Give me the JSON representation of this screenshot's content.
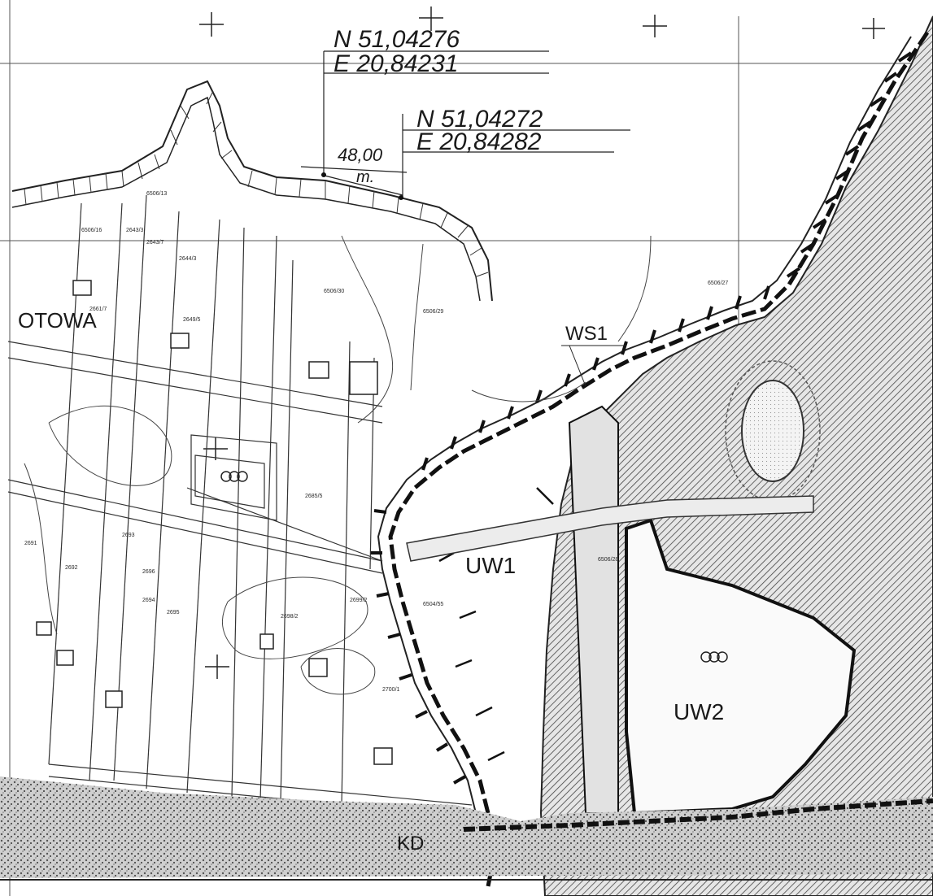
{
  "map": {
    "coordinates": [
      {
        "n": "N 51,04276",
        "e": "E 20,84231"
      },
      {
        "n": "N 51,04272",
        "e": "E 20,84282"
      }
    ],
    "distance": {
      "value": "48,00",
      "unit": "m."
    },
    "zones": {
      "ws1": "WS1",
      "uw1": "UW1",
      "uw2": "UW2",
      "kd": "KD"
    },
    "street_fragment": "OTOWA",
    "parcels": [
      "6506/13",
      "6506/16",
      "6506/30",
      "6506/29",
      "6506/27",
      "6506/28",
      "2643/3",
      "2643/7",
      "2644/3",
      "2649/5",
      "2661/7",
      "2685/5",
      "2696",
      "2691",
      "2692",
      "2693",
      "2694",
      "2695",
      "2698/2",
      "2699/2",
      "2700/1",
      "6504/55"
    ],
    "colors": {
      "ink": "#1a1a1a",
      "paper": "#ffffff",
      "hatch": "#555555"
    }
  }
}
